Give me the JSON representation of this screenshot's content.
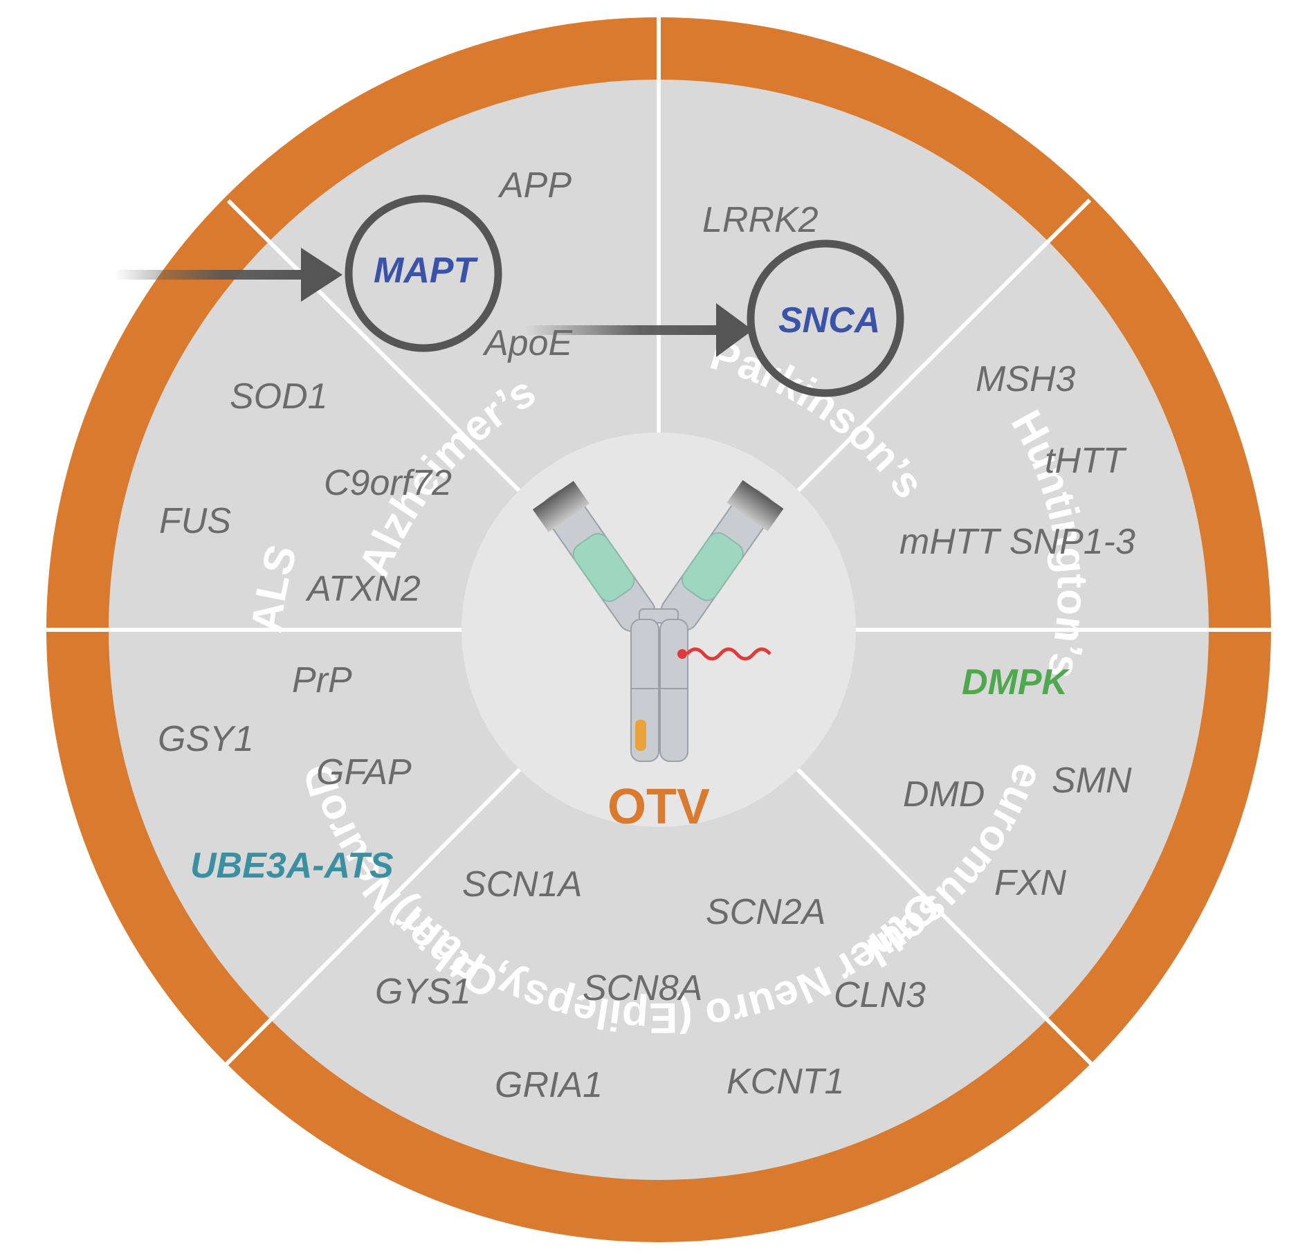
{
  "colors": {
    "ring": "#d97a2e",
    "sector_fill": "#d9d9d9",
    "center_fill": "#e6e6e6",
    "divider": "#ffffff",
    "gene_text": "#6b6b6b",
    "highlight_blue": "#3a52a8",
    "highlight_green": "#4ea84e",
    "highlight_teal": "#3a8fa0",
    "arrow": "#555555",
    "otv": "#d97a2e"
  },
  "center_label": "OTV",
  "sectors": [
    {
      "id": "alzheimers",
      "label": "Alzheimer’s",
      "genes": [
        {
          "name": "APP"
        },
        {
          "name": "MAPT",
          "highlight": "blue",
          "circled": true
        },
        {
          "name": "ApoE"
        }
      ]
    },
    {
      "id": "parkinsons",
      "label": "Parkinson’s",
      "genes": [
        {
          "name": "LRRK2"
        },
        {
          "name": "SNCA",
          "highlight": "blue",
          "circled": true
        }
      ]
    },
    {
      "id": "huntingtons",
      "label": "Huntington’s",
      "genes": [
        {
          "name": "MSH3"
        },
        {
          "name": "tHTT"
        },
        {
          "name": "mHTT SNP1-3"
        }
      ]
    },
    {
      "id": "neuromuscular",
      "label": "Neuromuscular",
      "genes": [
        {
          "name": "DMPK",
          "highlight": "green"
        },
        {
          "name": "DMD"
        },
        {
          "name": "SMN"
        },
        {
          "name": "FXN"
        }
      ]
    },
    {
      "id": "other-neuro",
      "label": "Other Neuro (Epilepsy, Pain)",
      "genes": [
        {
          "name": "SCN1A"
        },
        {
          "name": "SCN2A"
        },
        {
          "name": "GYS1"
        },
        {
          "name": "SCN8A"
        },
        {
          "name": "CLN3"
        },
        {
          "name": "GRIA1"
        },
        {
          "name": "KCNT1"
        }
      ]
    },
    {
      "id": "other-neurod",
      "label": "Other NeuroD",
      "genes": [
        {
          "name": "PrP"
        },
        {
          "name": "GSY1"
        },
        {
          "name": "GFAP"
        },
        {
          "name": "UBE3A-ATS",
          "highlight": "teal"
        }
      ]
    },
    {
      "id": "als",
      "label": "ALS",
      "genes": [
        {
          "name": "SOD1"
        },
        {
          "name": "C9orf72"
        },
        {
          "name": "FUS"
        },
        {
          "name": "ATXN2"
        }
      ]
    }
  ]
}
